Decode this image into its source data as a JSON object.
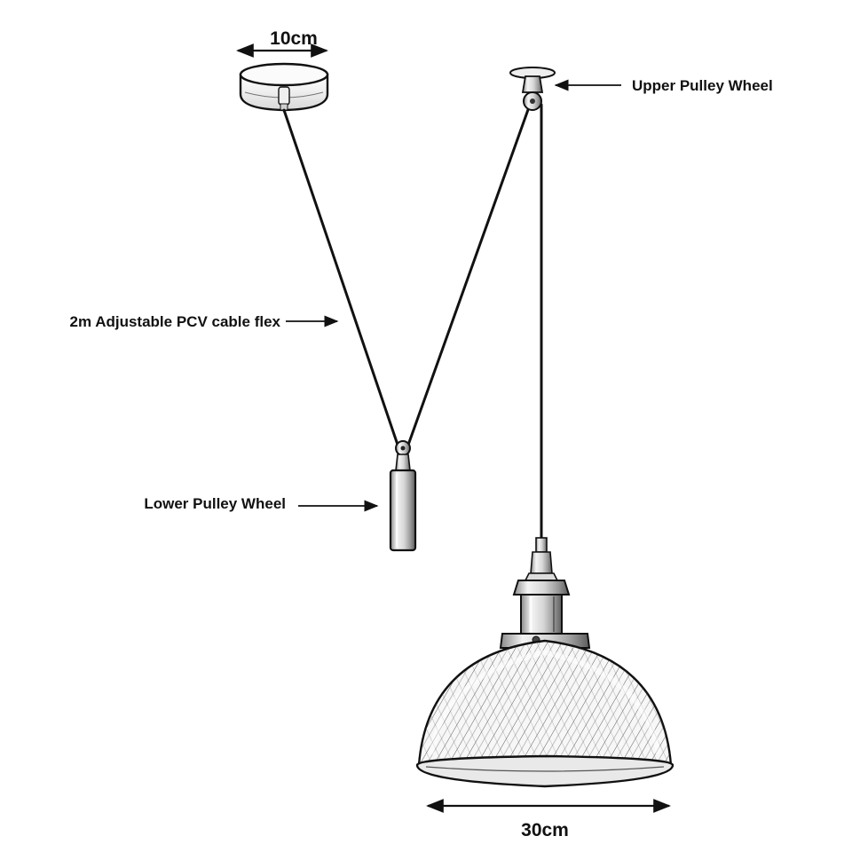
{
  "labels": {
    "canopy_width": "10cm",
    "upper_pulley": "Upper Pulley Wheel",
    "cable": "2m Adjustable PCV cable flex",
    "lower_pulley": "Lower Pulley Wheel",
    "shade_width": "30cm"
  },
  "colors": {
    "ink": "#111111",
    "metal_light": "#f2f2f2",
    "metal_mid": "#bdbdbd",
    "metal_dark": "#6b6b6b"
  }
}
